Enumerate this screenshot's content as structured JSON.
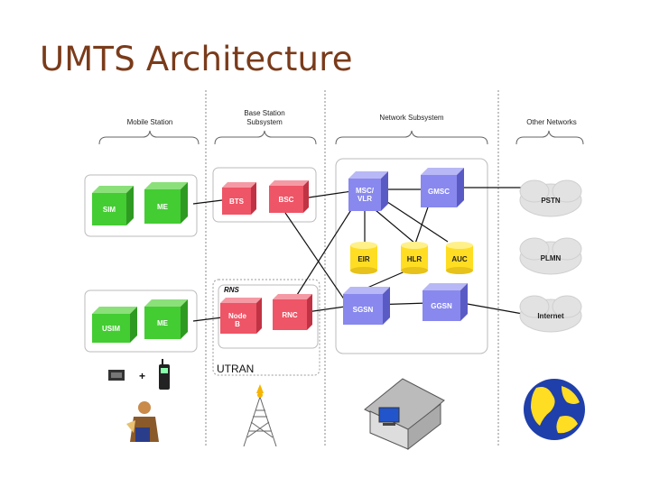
{
  "title": "UMTS Architecture",
  "sections": {
    "mobile_station": "Mobile Station",
    "base_station_subsystem": "Base Station Subsystem",
    "network_subsystem": "Network Subsystem",
    "other_networks": "Other Networks"
  },
  "nodes": {
    "sim": "SIM",
    "me1": "ME",
    "usim": "USIM",
    "me2": "ME",
    "bts": "BTS",
    "bsc": "BSC",
    "rns": "RNS",
    "nodeb": "Node B",
    "rnc": "RNC",
    "msc": "MSC/ VLR",
    "gmsc": "GMSC",
    "eir": "EIR",
    "hlr": "HLR",
    "auc": "AUC",
    "sgsn": "SGSN",
    "ggsn": "GGSN",
    "pstn": "PSTN",
    "plmn": "PLMN",
    "internet": "Internet"
  },
  "utran": "UTRAN",
  "plus": "+",
  "colors": {
    "green": "#44cc33",
    "red": "#ee5566",
    "purple": "#8888ee",
    "yellow": "#ffdd22",
    "title": "#7a3b1a"
  }
}
